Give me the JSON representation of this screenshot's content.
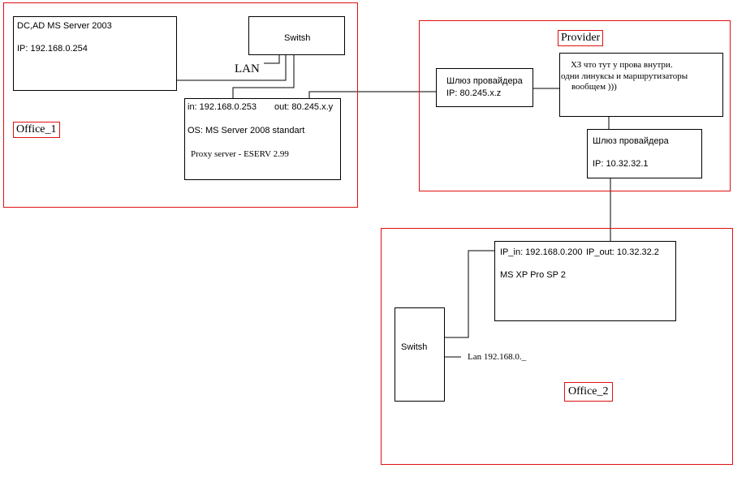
{
  "office1": {
    "label": "Office_1",
    "dc": {
      "title": "DC,AD  MS Server 2003",
      "ip": "IP: 192.168.0.254"
    },
    "switch": {
      "label": "Switsh"
    },
    "lan_label": "LAN",
    "server": {
      "in": "in: 192.168.0.253",
      "out": "out: 80.245.x.y",
      "os": "OS: MS Server 2008 standart",
      "proxy": "Proxy server - ESERV 2.99"
    }
  },
  "provider": {
    "label": "Provider",
    "gateway1": {
      "title": "Шлюз провайдера",
      "ip": "IP: 80.245.x.z"
    },
    "internals": {
      "line1": "ХЗ что тут у прова внутри.",
      "line2": "одни линуксы и маршрутизаторы",
      "line3": "вообщем )))"
    },
    "gateway2": {
      "title": "Шлюз провайдера",
      "ip": "IP: 10.32.32.1"
    }
  },
  "office2": {
    "label": "Office_2",
    "client": {
      "ip_in": "IP_in: 192.168.0.200",
      "ip_out": "IP_out: 10.32.32.2",
      "os": "MS XP Pro SP 2"
    },
    "switch": {
      "label": "Switsh"
    },
    "lan_label": "Lan 192.168.0._"
  }
}
